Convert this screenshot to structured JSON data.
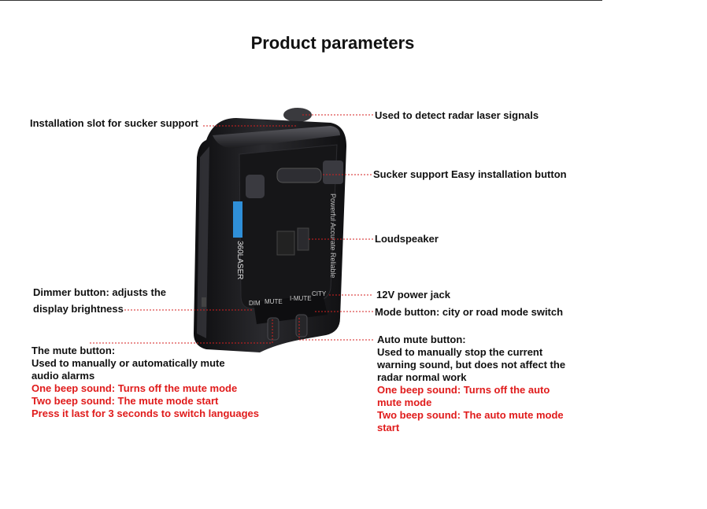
{
  "title": "Product parameters",
  "device": {
    "brand_stripe": "360LASER",
    "side_text": "Powerful Accurate Reliable",
    "buttons": [
      "DIM",
      "MUTE",
      "I-MUTE",
      "CITY"
    ]
  },
  "labels": {
    "installation_slot": "Installation slot for sucker support",
    "detect_signals": "Used to detect radar laser signals",
    "sucker_button": "Sucker support Easy installation button",
    "loudspeaker": "Loudspeaker",
    "dimmer_line1": "Dimmer button: adjusts the",
    "dimmer_line2": "display brightness",
    "power_jack": "12V power jack",
    "mode_button": "Mode button: city or road mode switch"
  },
  "mute_block": {
    "lines": [
      "The mute button:",
      "Used to manually or automatically mute",
      "audio alarms"
    ],
    "red_lines": [
      "One beep sound: Turns off the mute mode",
      "Two beep sound: The mute mode start",
      "Press it last for 3 seconds to switch languages"
    ]
  },
  "auto_mute_block": {
    "lines": [
      "Auto mute button:",
      "Used to manually stop the current",
      "warning sound, but does not affect the",
      "radar normal work"
    ],
    "red_lines": [
      "One beep sound: Turns off the auto",
      "mute mode",
      "Two beep sound: The auto mute mode",
      "start"
    ]
  },
  "colors": {
    "annotation_red": "#e01b1b",
    "leader_line": "#d42020",
    "device_body": "#1b1b1d"
  }
}
